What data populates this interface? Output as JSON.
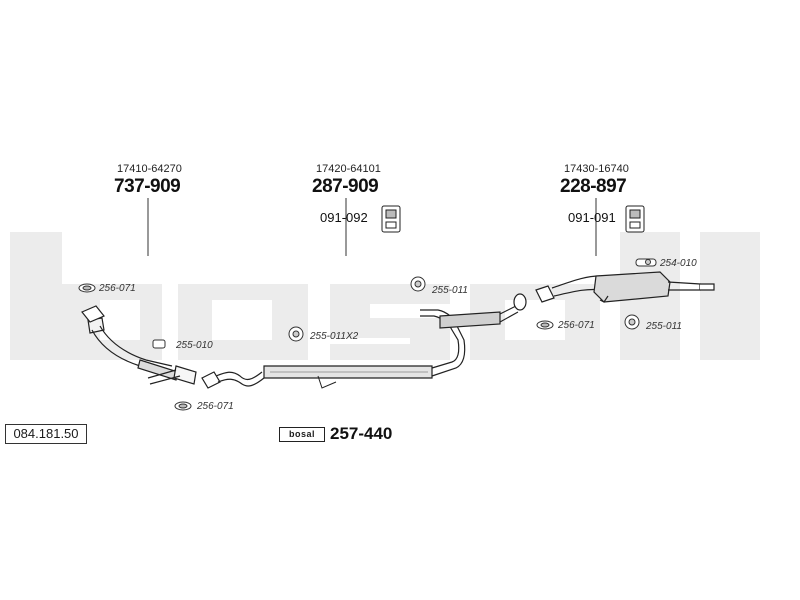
{
  "watermark": {
    "text": "bosal",
    "color": "#e6e6e6"
  },
  "reference_code": "084.181.50",
  "assemblies": [
    {
      "oe_number": "17410-64270",
      "part_number": "737-909"
    },
    {
      "oe_number": "17420-64101",
      "part_number": "287-909",
      "mount_kit": "091-092"
    },
    {
      "oe_number": "17430-16740",
      "part_number": "228-897",
      "mount_kit": "091-091"
    }
  ],
  "fitting_labels": {
    "gasket_front_top": "256-071",
    "clamp_front": "255-010",
    "gasket_front_bottom": "256-071",
    "hanger_middle": "255-011X2",
    "hanger_rear_pipe": "255-011",
    "gasket_rear": "256-071",
    "hanger_rear_box": "255-011",
    "clamp_tail": "254-010"
  },
  "mounting_kit": {
    "logo_text": "bosal",
    "part_number": "257-440"
  }
}
